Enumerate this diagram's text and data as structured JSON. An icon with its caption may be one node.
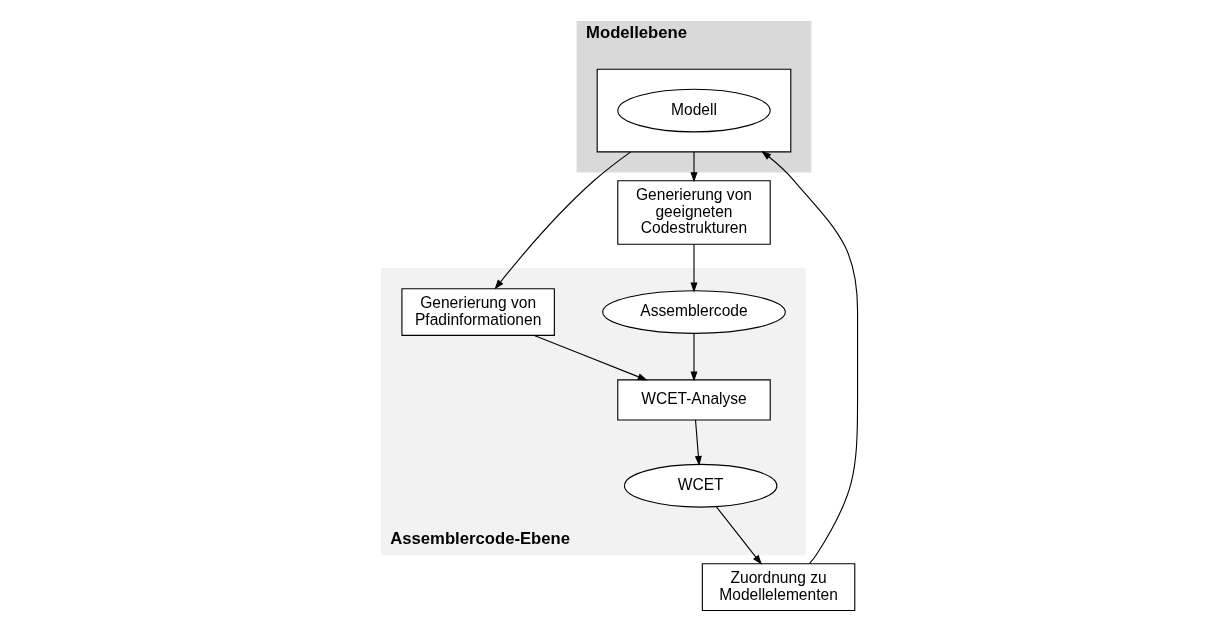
{
  "diagram": {
    "nodes": [
      {
        "text": [
          "Modellebene"
        ]
      },
      {
        "text": [],
        "shape": "box",
        "in": 0
      },
      {
        "text": [
          "Modell"
        ],
        "in": 1
      },
      {
        "text": [
          "Assemblercode-Ebene"
        ]
      },
      {
        "text": [
          "Generierung von geeigneten Codestrukturen"
        ]
      },
      {
        "text": [
          "Generierung von Pfadinformationen"
        ],
        "in": 3
      },
      {
        "text": [
          "Zuordnung zu Modellelementen"
        ]
      },
      {
        "text": [
          "Assemblercode"
        ],
        "in": 3
      },
      {
        "text": [
          "WCET-Analyse"
        ],
        "in": 3
      },
      {
        "text": [
          "WCET"
        ],
        "in": 3
      }
    ],
    "edges": [
      {
        "from": 1,
        "to": 4,
        "arrow": "to"
      },
      {
        "from": 1,
        "to": 5,
        "arrow": "to"
      },
      {
        "from": 6,
        "to": 1,
        "arrow": "to"
      },
      {
        "from": 4,
        "to": 7,
        "arrow": "to"
      },
      {
        "from": 5,
        "to": 8,
        "arrow": "to"
      },
      {
        "from": 7,
        "to": 8,
        "arrow": "to"
      },
      {
        "from": 8,
        "to": 9,
        "arrow": "to"
      },
      {
        "from": 9,
        "to": 6,
        "arrow": "to"
      }
    ]
  }
}
